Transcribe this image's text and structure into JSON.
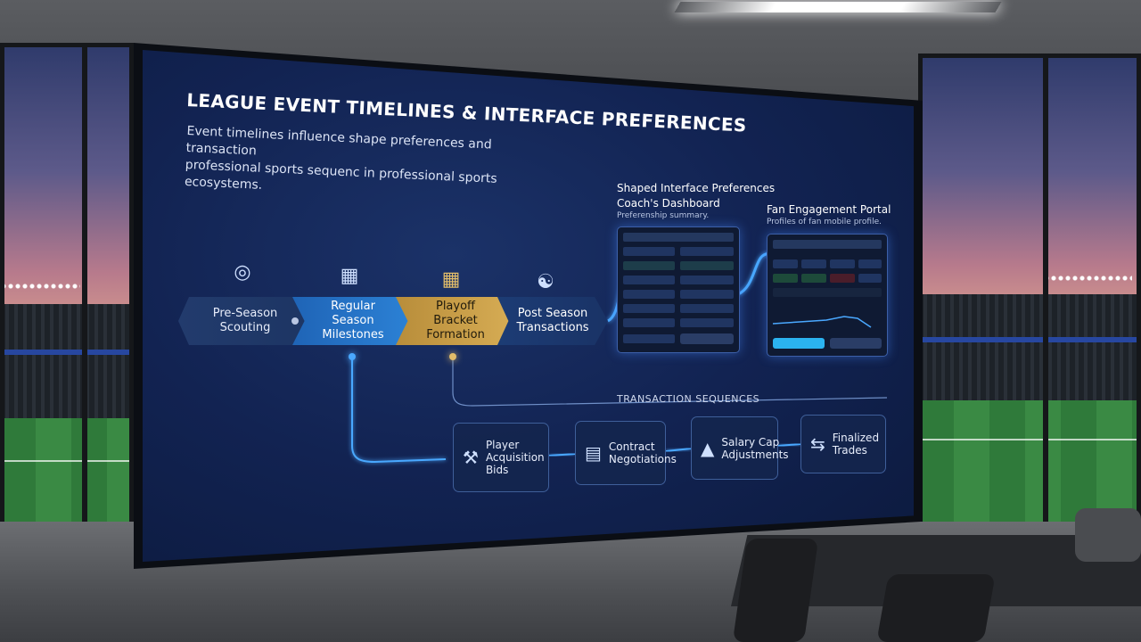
{
  "board": {
    "title": "LEAGUE EVENT TIMELINES & INTERFACE PREFERENCES",
    "subtitle_line1": "Event timelines influence shape preferences and transaction",
    "subtitle_line2": "professional sports sequenc in professional sports ecosystems."
  },
  "timeline": {
    "stages": [
      {
        "label": "Pre-Season Scouting",
        "icon": "scouting-icon"
      },
      {
        "label": "Regular Season Milestones",
        "icon": "calendar-icon"
      },
      {
        "label": "Playoff Bracket Formation",
        "icon": "bracket-icon"
      },
      {
        "label": "Post Season Transactions",
        "icon": "handshake-icon"
      }
    ]
  },
  "panels": {
    "shaped_heading": "Shaped Interface Preferences",
    "coach_title": "Coach's Dashboard",
    "coach_sub": "Preferenship summary.",
    "fan_title": "Fan Engagement Portal",
    "fan_sub": "Profiles of fan mobile profile."
  },
  "transactions": {
    "heading": "TRANSACTION SEQUENCES",
    "items": [
      {
        "label": "Player Acquisition Bids",
        "icon": "gavel-icon"
      },
      {
        "label": "Contract Negotiations",
        "icon": "document-icon"
      },
      {
        "label": "Salary Cap Adjustments",
        "icon": "chart-icon"
      },
      {
        "label": "Finalized Trades",
        "icon": "trade-icon"
      }
    ]
  },
  "colors": {
    "screen_bg": "#122352",
    "accent_blue": "#2c82d6",
    "accent_gold": "#d7ad55",
    "glow": "#4aa8ff"
  }
}
